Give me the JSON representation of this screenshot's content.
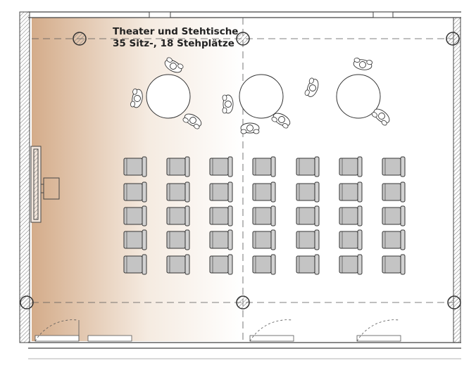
{
  "title_lines": [
    "Theater und Stehtische",
    "35 Sitz-, 18 Stehplätze"
  ],
  "colors": {
    "wall": "#555555",
    "floor_warm": "#d9b596",
    "chair_fill": "#c4c4c4",
    "line": "#333333",
    "grid_dash": "#555555"
  },
  "seating": {
    "rows": 5,
    "columns": 7,
    "total": 35
  },
  "standing_tables": {
    "tables": 3,
    "persons": 18
  }
}
